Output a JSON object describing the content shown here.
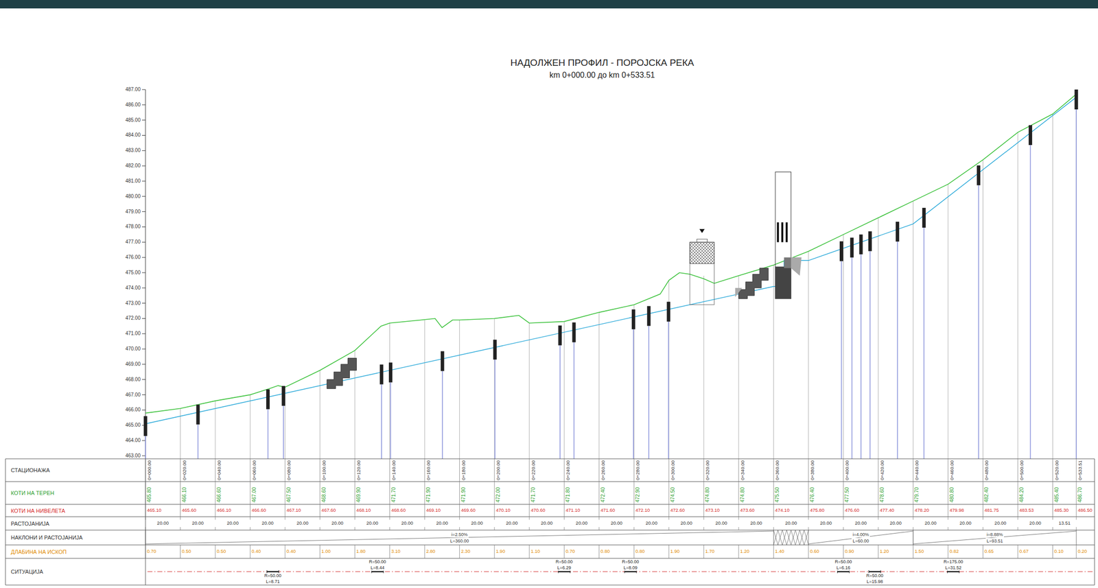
{
  "diagram": {
    "title": "НАДОЛЖЕН ПРОФИЛ - ПОРОЈСКА РЕКА",
    "labels": [
      "km 0+000.00 до km 0+533.51",
      "487.00",
      "486.00",
      "485.00",
      "484.00",
      "483.00",
      "482.00",
      "481.00",
      "480.00",
      "479.00",
      "478.00",
      "477.00",
      "476.00",
      "475.00",
      "474.00",
      "473.00",
      "472.00",
      "471.00",
      "470.00",
      "469.00",
      "468.00",
      "467.00",
      "466.00",
      "465.00",
      "464.00",
      "463.00",
      "СТАЦИОНАЖА",
      "КОТИ НА ТЕРЕН",
      "КОТИ НА НИВЕЛЕТА",
      "РАСТОЈАНИЈА",
      "НАКЛОНИ И РАСТОЈАНИЈА",
      "ДЛАБИНА НА ИСКОП",
      "СИТУАЦИЈА",
      "0+000.00",
      "0+020.00",
      "0+040.00",
      "0+060.00",
      "0+080.00",
      "0+100.00",
      "0+120.00",
      "0+140.00",
      "0+160.00",
      "0+180.00",
      "0+200.00",
      "0+220.00",
      "0+240.00",
      "0+260.00",
      "0+280.00",
      "0+300.00",
      "0+320.00",
      "0+340.00",
      "0+360.00",
      "0+380.00",
      "0+400.00",
      "0+420.00",
      "0+440.00",
      "0+460.00",
      "0+480.00",
      "0+500.00",
      "0+520.00",
      "0+533.51",
      "465.80",
      "466.10",
      "466.60",
      "467.00",
      "467.50",
      "468.60",
      "469.90",
      "471.70",
      "471.90",
      "471.90",
      "472.00",
      "471.70",
      "471.80",
      "472.40",
      "472.90",
      "474.50",
      "474.80",
      "474.80",
      "475.50",
      "476.40",
      "477.50",
      "478.60",
      "479.70",
      "480.80",
      "482.40",
      "484.20",
      "485.40",
      "486.70",
      "465.10",
      "465.60",
      "466.10",
      "466.60",
      "467.10",
      "467.60",
      "468.10",
      "468.60",
      "469.10",
      "469.60",
      "470.10",
      "470.60",
      "471.10",
      "471.60",
      "472.10",
      "472.60",
      "473.10",
      "473.60",
      "474.10",
      "475.80",
      "476.60",
      "477.40",
      "478.20",
      "479.98",
      "481.75",
      "483.53",
      "485.30",
      "486.50",
      "20.00",
      "20.00",
      "20.00",
      "20.00",
      "20.00",
      "20.00",
      "20.00",
      "20.00",
      "20.00",
      "20.00",
      "20.00",
      "20.00",
      "20.00",
      "20.00",
      "20.00",
      "20.00",
      "20.00",
      "20.00",
      "20.00",
      "20.00",
      "20.00",
      "20.00",
      "20.00",
      "20.00",
      "20.00",
      "20.00",
      "13.51",
      "0.70",
      "0.50",
      "0.50",
      "0.40",
      "0.40",
      "1.00",
      "1.80",
      "3.10",
      "2.80",
      "2.30",
      "1.90",
      "1.10",
      "0.70",
      "0.80",
      "0.80",
      "1.90",
      "1.70",
      "1.20",
      "1.40",
      "0.60",
      "0.90",
      "1.20",
      "1.50",
      "0.82",
      "0.65",
      "0.67",
      "0.10",
      "0.20",
      "i=2.50%",
      "L=360.00",
      "i=4.00%",
      "L=60.00",
      "i=8.88%",
      "L=93.51",
      "R=50.00",
      "L=8.71",
      "R=50.00",
      "L=8.44",
      "R=50.00",
      "L=6.29",
      "R=50.00",
      "L=8.09",
      "R=50.00",
      "L=6.16",
      "R=50.00",
      "L=15.98",
      "R=175.00",
      "L=31.52"
    ]
  }
}
